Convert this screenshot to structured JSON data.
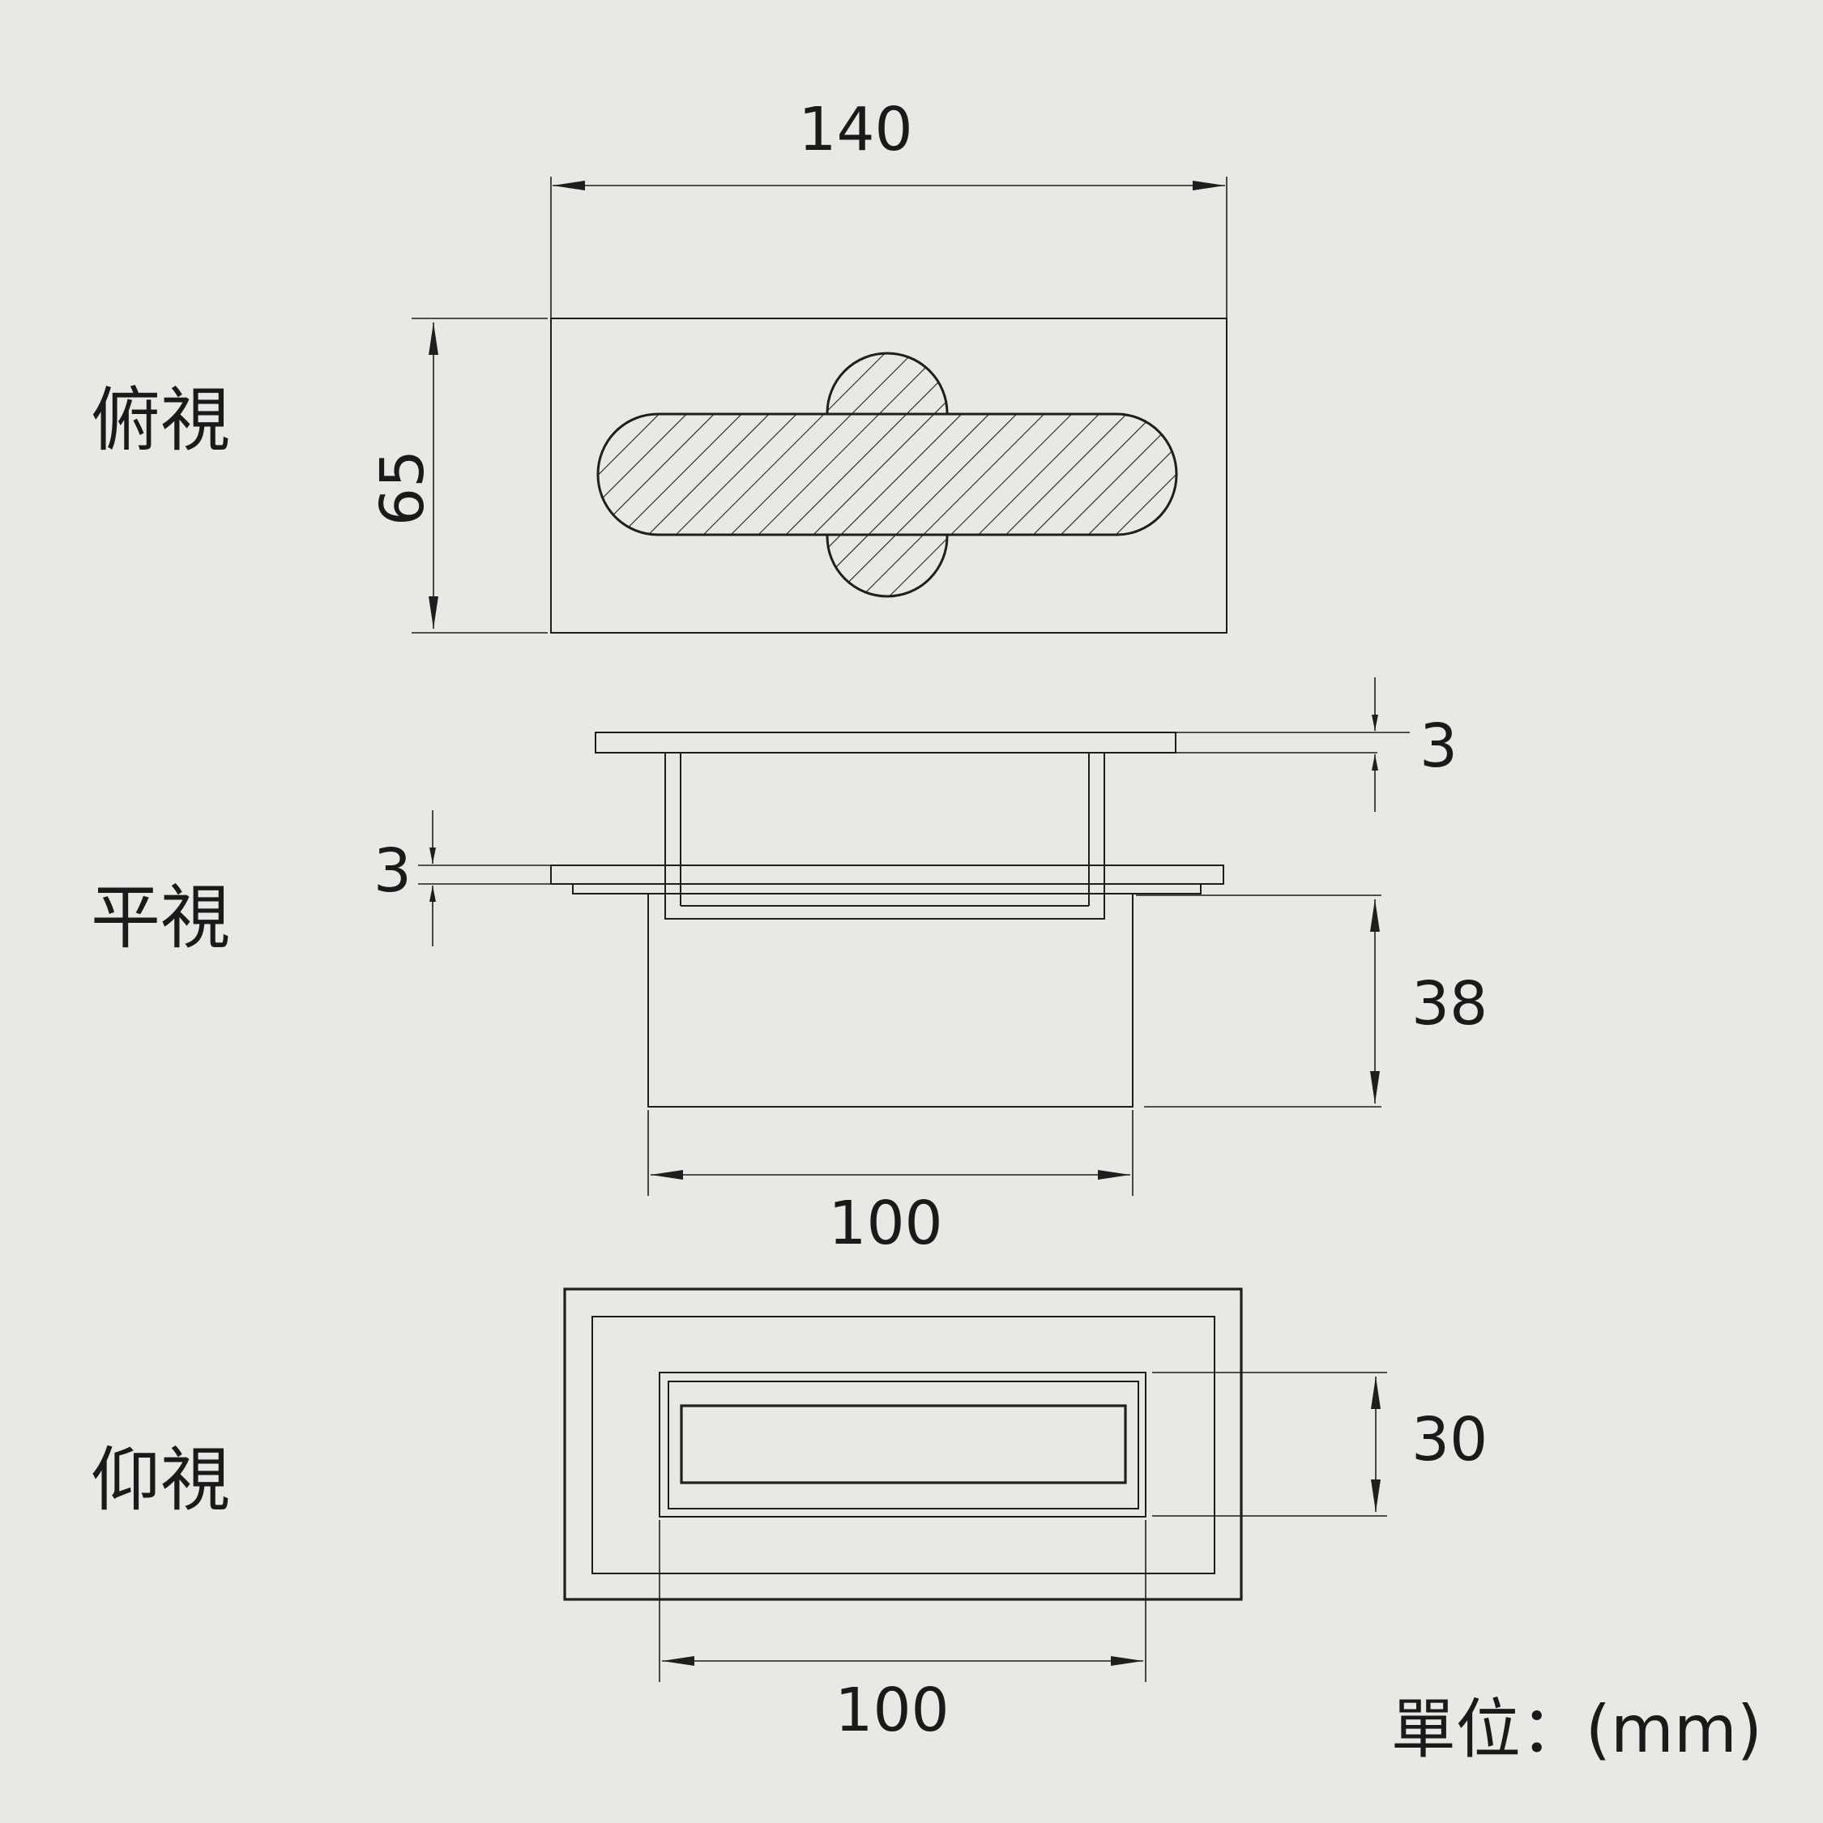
{
  "views": {
    "top": {
      "label": "俯視",
      "width": "140",
      "depth": "65"
    },
    "side": {
      "label": "平視",
      "lid_thickness": "3",
      "flange_thickness": "3",
      "body_height": "38",
      "body_width": "100"
    },
    "bottom": {
      "label": "仰視",
      "opening_height": "30",
      "opening_width": "100"
    }
  },
  "unit_note": "單位：(mm)",
  "colors": {
    "background": "#e9e8e5",
    "line": "#1e1e1e"
  }
}
